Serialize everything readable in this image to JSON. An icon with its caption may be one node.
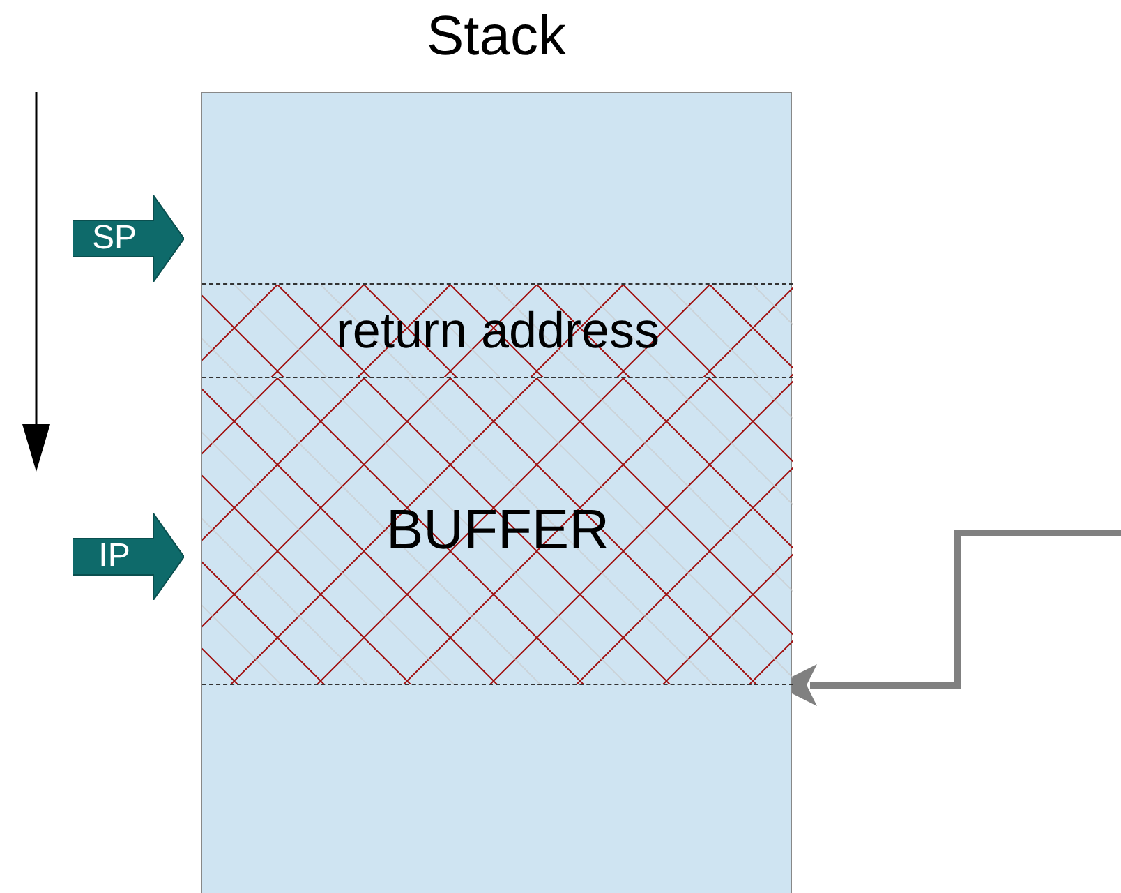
{
  "diagram": {
    "nodes": [
      {
        "text": [
          "Stack"
        ]
      },
      {
        "text": [
          "return address"
        ],
        "in": 0
      },
      {
        "text": [
          "BUFFER"
        ],
        "in": 0
      },
      {
        "text": [
          "SP"
        ]
      },
      {
        "text": [
          "IP"
        ]
      }
    ],
    "edges": [
      {
        "from": null,
        "to": 2,
        "arrow": "to"
      }
    ]
  }
}
